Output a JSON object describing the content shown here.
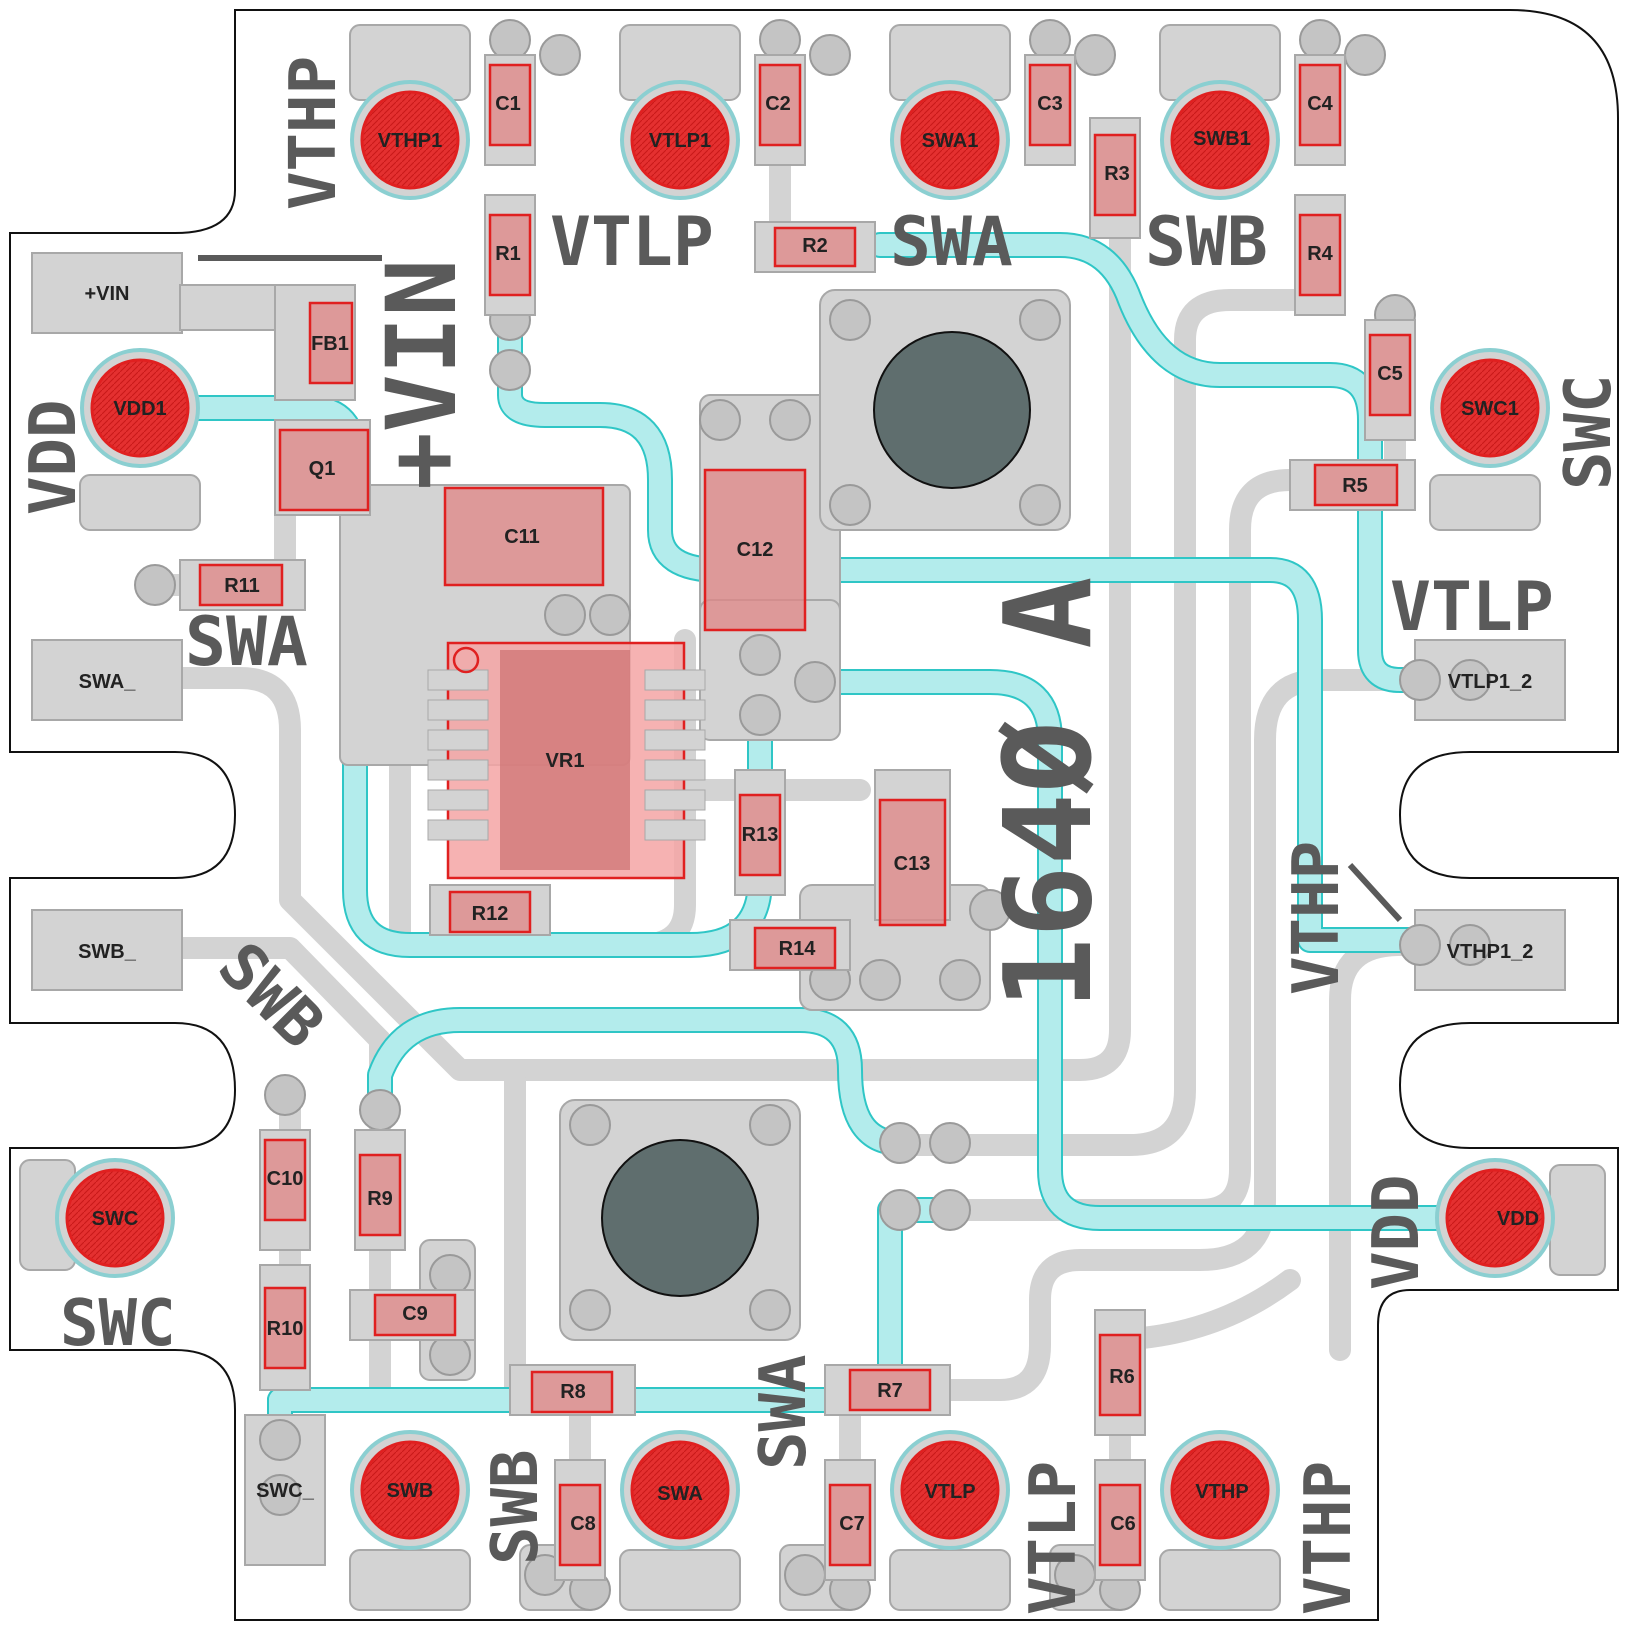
{
  "board": {
    "silk_labels": {
      "vthp_top": "VTHP",
      "vtlp_top": "VTLP",
      "swa_top": "SWA",
      "swb_top": "SWB",
      "vin": "+VIN",
      "vdd_left": "VDD",
      "swc_right": "SWC",
      "vtlp_right": "VTLP",
      "swa_left": "SWA",
      "swb_left": "SWB",
      "swc_left": "SWC",
      "vthp_right": "VTHP",
      "part_number": "164Ø A",
      "vdd_right": "VDD",
      "swb_bottom": "SWB",
      "swa_bottom": "SWA",
      "vtlp_bottom": "VTLP",
      "vthp_bottom": "VTHP"
    },
    "pads": {
      "vin": "+VIN",
      "swa_": "SWA_",
      "swb_": "SWB_",
      "swc_": "SWC_",
      "vtlp1_2": "VTLP1_2",
      "vthp1_2": "VTHP1_2"
    },
    "testpoints": {
      "vthp1": "VTHP1",
      "vtlp1": "VTLP1",
      "swa1": "SWA1",
      "swb1": "SWB1",
      "vdd1": "VDD1",
      "swc1": "SWC1",
      "swc": "SWC",
      "vdd": "VDD",
      "swb": "SWB",
      "swa": "SWA",
      "vtlp": "VTLP",
      "vthp": "VTHP"
    },
    "refdes": {
      "c1": "C1",
      "c2": "C2",
      "c3": "C3",
      "c4": "C4",
      "c5": "C5",
      "c6": "C6",
      "c7": "C7",
      "c8": "C8",
      "c9": "C9",
      "c10": "C10",
      "c11": "C11",
      "c12": "C12",
      "c13": "C13",
      "r1": "R1",
      "r2": "R2",
      "r3": "R3",
      "r4": "R4",
      "r5": "R5",
      "r6": "R6",
      "r7": "R7",
      "r8": "R8",
      "r9": "R9",
      "r10": "R10",
      "r11": "R11",
      "r12": "R12",
      "r13": "R13",
      "r14": "R14",
      "fb1": "FB1",
      "q1": "Q1",
      "vr1": "VR1"
    },
    "colors": {
      "copper": "#d3d3d3",
      "copper_stroke": "#a8a8a8",
      "trace_cyan": "#b3ecec",
      "trace_cyan_stroke": "#2fc6c6",
      "component_red": "#e02020",
      "component_fill": "#f2a0a0",
      "silk": "#5a5a5a",
      "standoff": "#5f6e6e"
    }
  }
}
